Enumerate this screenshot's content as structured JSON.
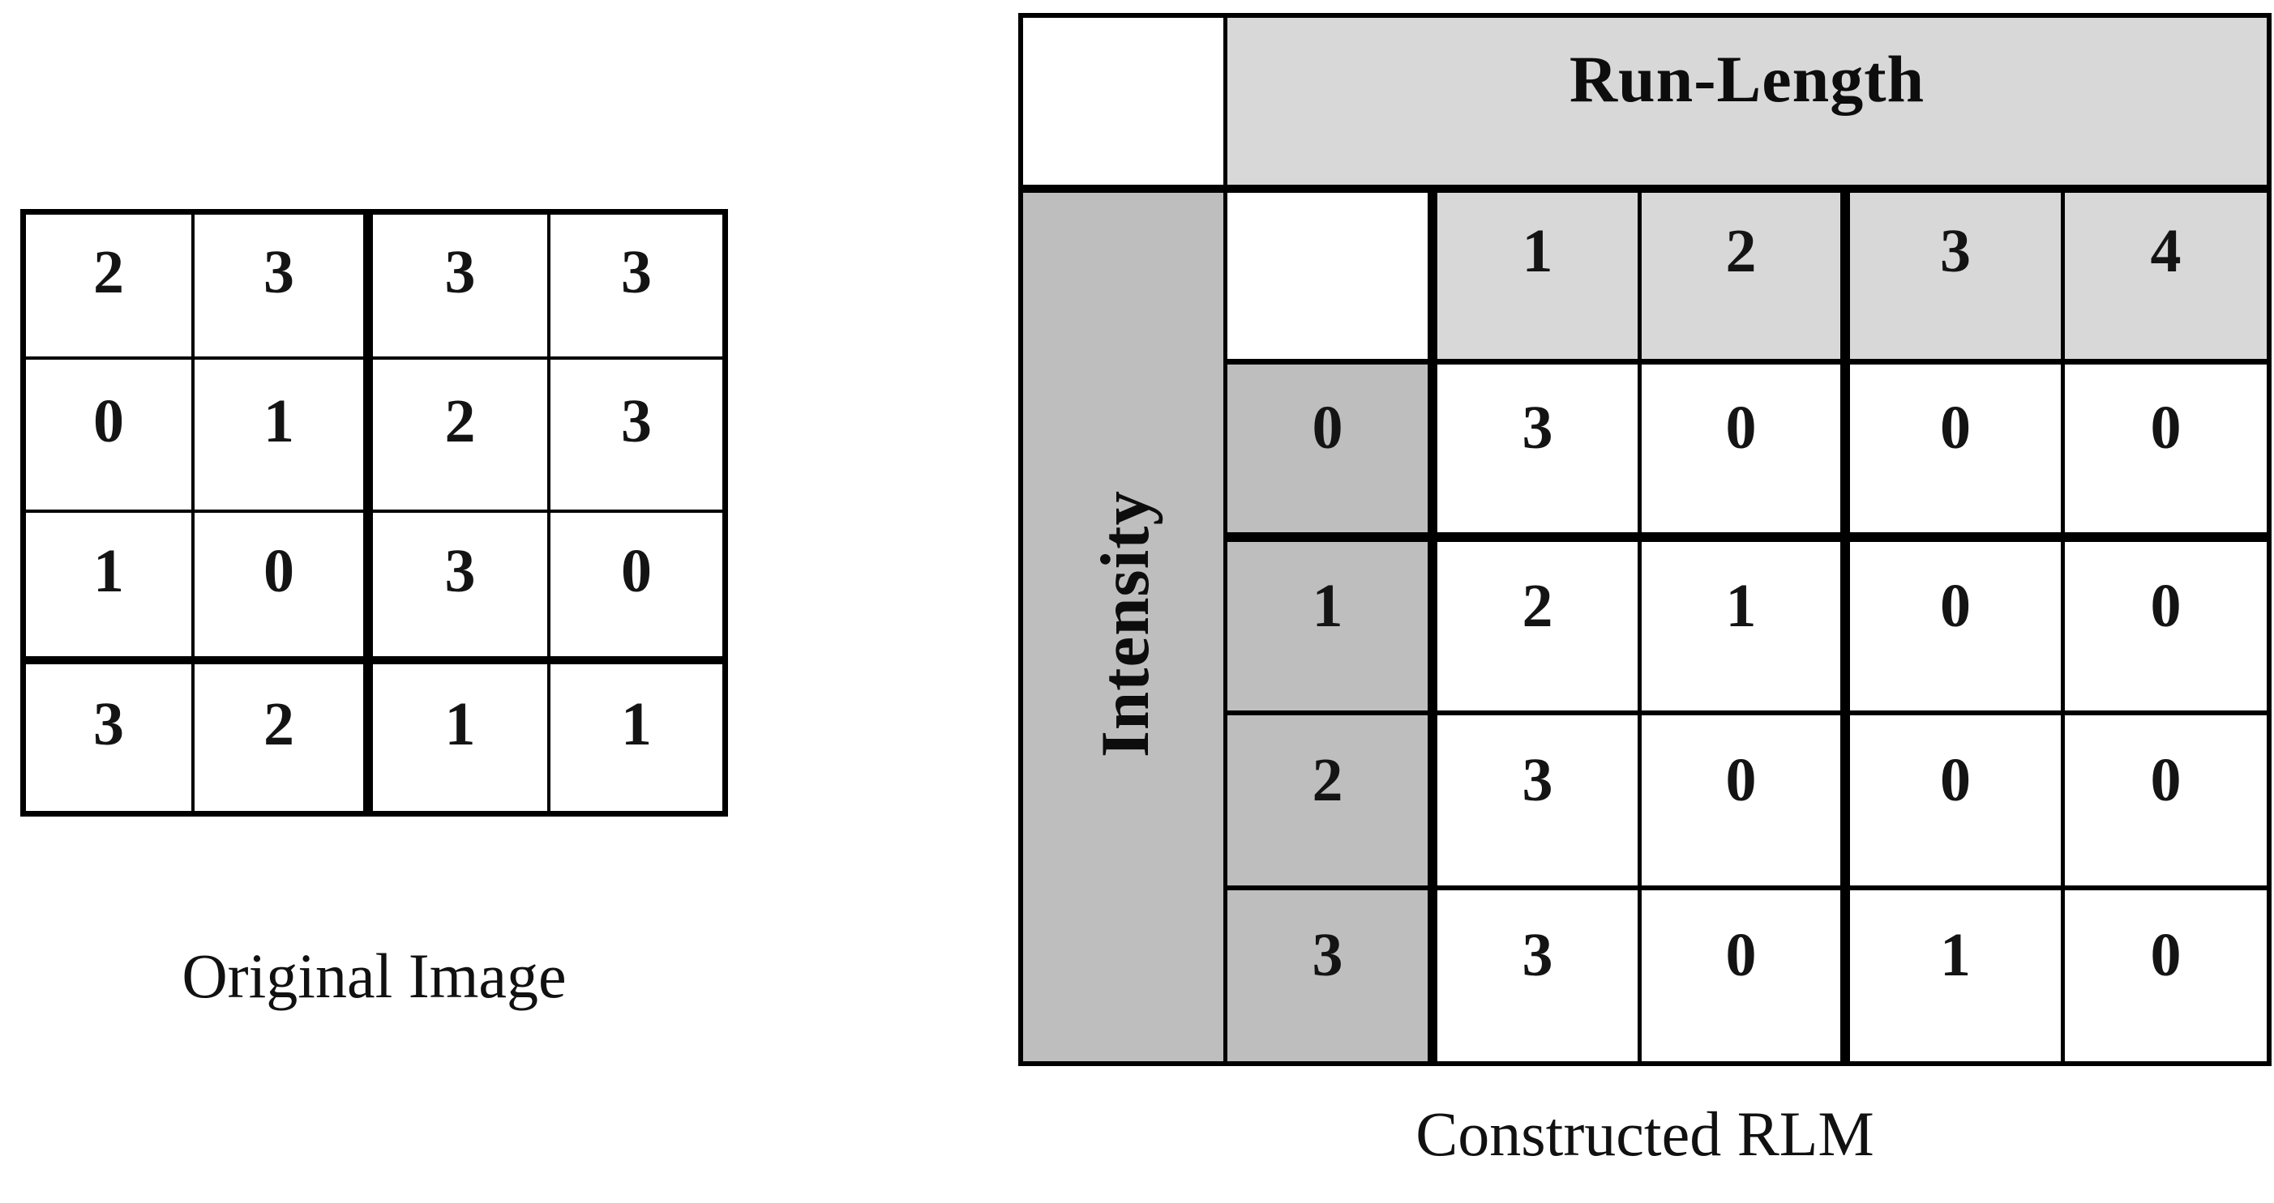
{
  "figure": {
    "left_table": {
      "caption": "Original Image",
      "rows": [
        [
          "2",
          "3",
          "3",
          "3"
        ],
        [
          "0",
          "1",
          "2",
          "3"
        ],
        [
          "1",
          "0",
          "3",
          "0"
        ],
        [
          "3",
          "2",
          "1",
          "1"
        ]
      ]
    },
    "right_table": {
      "caption": "Constructed RLM",
      "column_group_label": "Run-Length",
      "row_group_label": "Intensity",
      "column_headers": [
        "1",
        "2",
        "3",
        "4"
      ],
      "row_headers": [
        "0",
        "1",
        "2",
        "3"
      ],
      "rows": [
        [
          "3",
          "0",
          "0",
          "0"
        ],
        [
          "2",
          "1",
          "0",
          "0"
        ],
        [
          "3",
          "0",
          "0",
          "0"
        ],
        [
          "3",
          "0",
          "1",
          "0"
        ]
      ]
    },
    "colors": {
      "header_light_gray": "#d8d8d8",
      "header_medium_gray": "#bebebe",
      "border_black": "#000000"
    }
  }
}
